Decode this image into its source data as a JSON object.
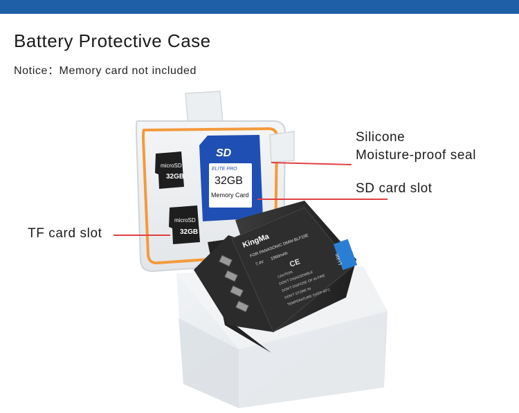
{
  "header": {
    "title": "Battery Protective Case",
    "notice": "Notice：Memory card not included"
  },
  "callouts": {
    "silicone_line1": "Silicone",
    "silicone_line2": "Moisture-proof seal",
    "sd_slot": "SD card slot",
    "tf_slot": "TF card slot"
  },
  "sd_card": {
    "logo": "SD",
    "series": "ELITE PRO",
    "capacity": "32GB",
    "label": "Memory Card"
  },
  "micro_card": {
    "label": "microSD",
    "capacity": "32GB"
  },
  "battery": {
    "brand": "KingMa",
    "model": "FOR PANASONIC DMW-BLF19E",
    "voltage": "7.4V",
    "capacity": "1960mAh",
    "cert": "CE",
    "chem": "Li-ion",
    "caution": "CAUTION",
    "warning1": "DON'T DISASSEMBLE",
    "warning2": "DON'T DISPOSE OF IN FIRE",
    "warning3": "DON'T STORE IN",
    "warning4": "TEMPERATURE OVER 60°C"
  },
  "colors": {
    "accent_bar": "#1f5fa8",
    "pointer_line": "#e04040",
    "seal_orange": "#f39a3c",
    "sd_blue": "#1f4fb3",
    "battery_black": "#2a2a2a"
  }
}
